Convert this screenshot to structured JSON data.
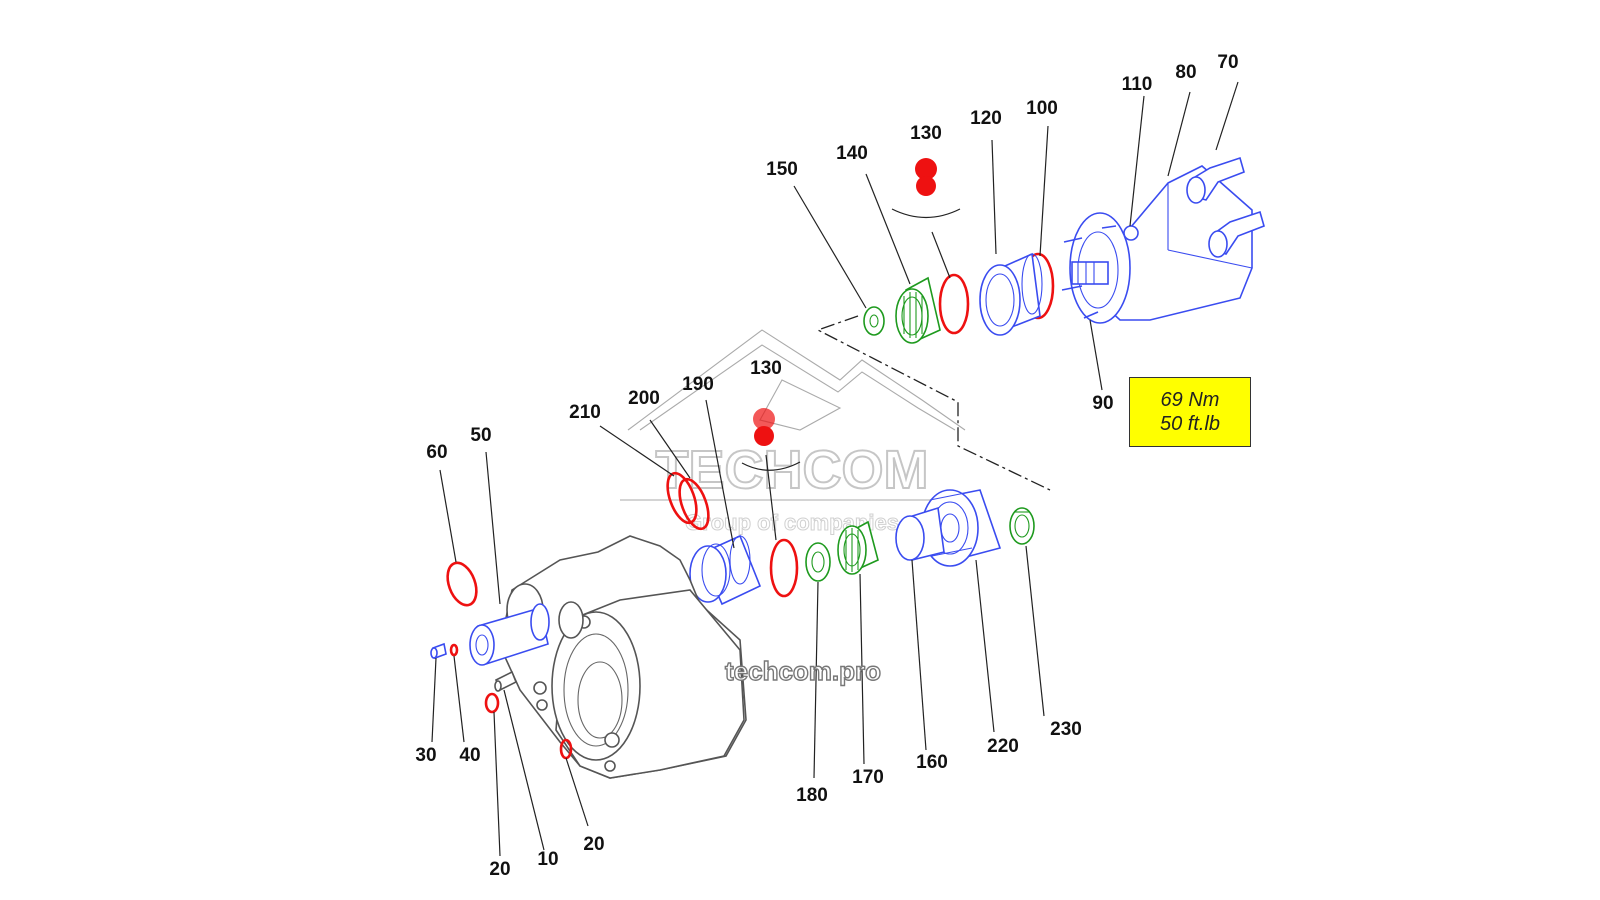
{
  "callouts": {
    "c70": "70",
    "c80": "80",
    "c110": "110",
    "c100": "100",
    "c120": "120",
    "c130_top": "130",
    "c140": "140",
    "c150": "150",
    "c90": "90",
    "c130_mid": "130",
    "c190": "190",
    "c200": "200",
    "c210": "210",
    "c60": "60",
    "c50": "50",
    "c30": "30",
    "c40": "40",
    "c20_left": "20",
    "c10": "10",
    "c20_right": "20",
    "c180": "180",
    "c170": "170",
    "c160": "160",
    "c220": "220",
    "c230": "230"
  },
  "torque": {
    "line1": "69 Nm",
    "line2": "50 ft.lb"
  },
  "watermark": {
    "brand": "TECHCOM",
    "tagline": "Group of companies",
    "site": "techcom.pro"
  },
  "colors": {
    "seal": "#ee1111",
    "bearing": "#1e9a1e",
    "shaft_part": "#3a4cf0",
    "housing": "#555555",
    "torque_box": "#ffff00"
  }
}
